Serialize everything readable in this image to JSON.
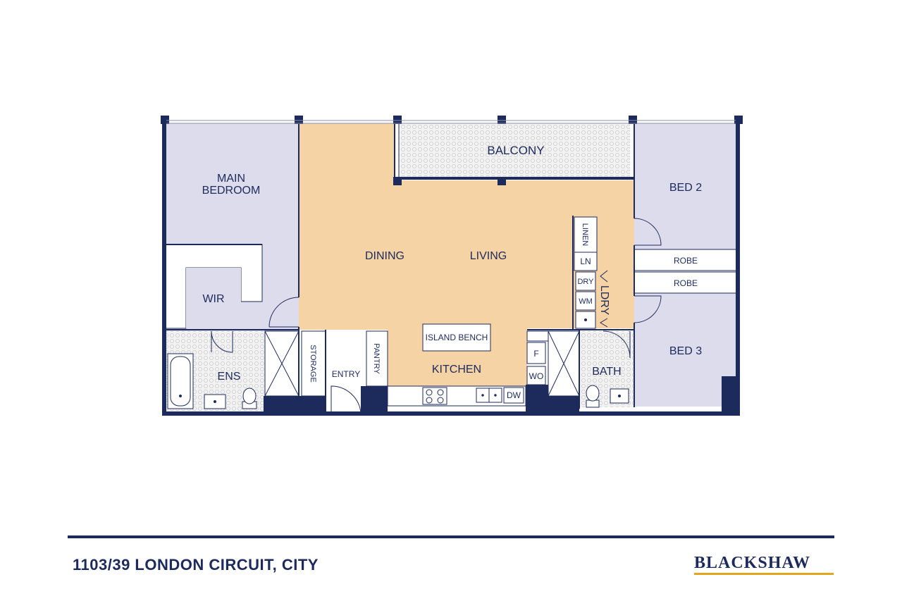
{
  "rooms": {
    "balcony": "BALCONY",
    "main_bedroom_line1": "MAIN",
    "main_bedroom_line2": "BEDROOM",
    "wir": "WIR",
    "dining": "DINING",
    "living": "LIVING",
    "bed2": "BED 2",
    "bed3": "BED 3",
    "robe_upper": "ROBE",
    "robe_lower": "ROBE",
    "linen": "LINEN",
    "ln": "LN",
    "dry": "DRY",
    "wm": "WM",
    "ldry": "LDRY",
    "island_bench": "ISLAND BENCH",
    "kitchen": "KITCHEN",
    "ens": "ENS",
    "storage": "STORAGE",
    "entry": "ENTRY",
    "pantry": "PANTRY",
    "fridge": "F",
    "wo": "WO",
    "dw": "DW",
    "bath": "BATH"
  },
  "footer": {
    "address": "1103/39 LONDON CIRCUIT, CITY",
    "brand": "BLACKSHAW"
  },
  "colors": {
    "wall": "#1d2a5c",
    "bedroom_fill": "#dcdcec",
    "living_fill": "#f6d3a5",
    "tile_fill": "#eeeeee",
    "accent": "#e3a51e"
  }
}
